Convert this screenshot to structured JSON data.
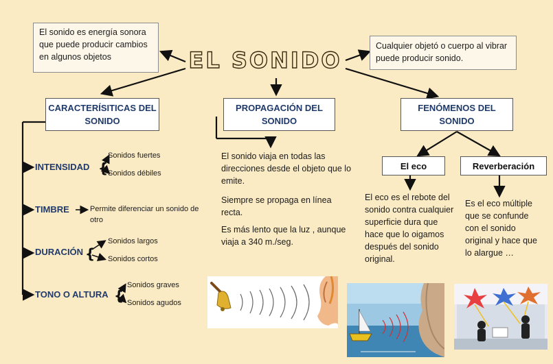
{
  "title": "EL SONIDO",
  "definition": "El sonido es energía sonora que puede producir cambios en algunos objetos",
  "any_object": "Cualquier objetó o cuerpo al vibrar puede producir sonido.",
  "characteristics": {
    "header": "CARACTERÍSITICAS DEL SONIDO",
    "intensidad": {
      "label": "INTENSIDAD",
      "items": [
        "Sonidos fuertes",
        "Sonidos débiles"
      ]
    },
    "timbre": {
      "label": "TIMBRE",
      "desc": "Permite diferenciar un sonido de otro"
    },
    "duracion": {
      "label": "DURACIÓN",
      "items": [
        "Sonidos largos",
        "Sonidos cortos"
      ]
    },
    "tono": {
      "label": "TONO O ALTURA",
      "items": [
        "Sonidos graves",
        "Sonidos agudos"
      ]
    }
  },
  "propagation": {
    "header": "PROPAGACIÓN DEL SONIDO",
    "p1": "El sonido viaja en todas las direcciones desde el objeto que lo emite.",
    "p2": "Siempre se propaga en línea recta.",
    "p3": "Es más lento que la luz , aunque viaja a 340 m./seg."
  },
  "phenomena": {
    "header": "FENÓMENOS DEL SONIDO",
    "eco": {
      "label": "El eco",
      "desc": "El eco es el rebote del sonido contra cualquier superficie dura  que hace que lo oigamos después del sonido original."
    },
    "reverb": {
      "label": "Reverberación",
      "desc": "Es el eco múltiple que se confunde con el sonido original y hace que lo alargue …"
    }
  },
  "colors": {
    "background": "#fbebc4",
    "header_text": "#1f3a6b",
    "box": "#fdf7ea"
  }
}
